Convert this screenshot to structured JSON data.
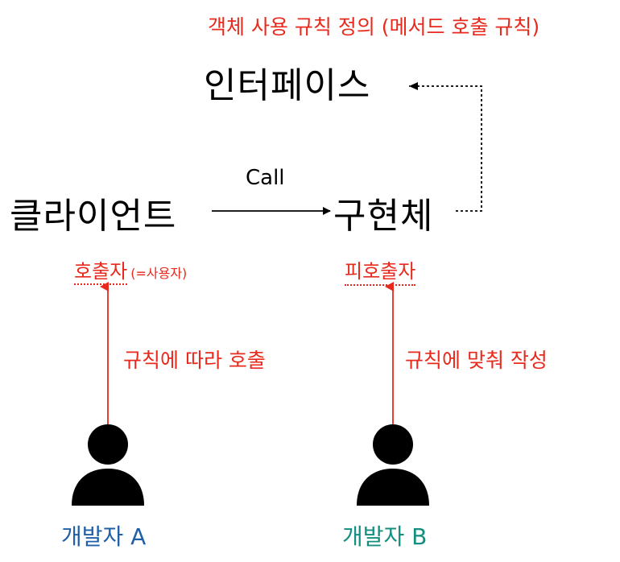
{
  "labels": {
    "interface_rule": "객체 사용 규칙 정의 (메서드 호출 규칙)",
    "interface": "인터페이스",
    "client": "클라이언트",
    "call": "Call",
    "implementation": "구현체",
    "caller": "호출자",
    "caller_note": "(=사용자)",
    "callee": "피호출자",
    "rule_follow": "규칙에 따라 호출",
    "rule_implement": "규칙에 맞춰 작성",
    "developer_a": "개발자 A",
    "developer_b": "개발자 B"
  },
  "colors": {
    "red": "#e8291c",
    "developer_a": "#1f5fa8",
    "developer_b": "#138f7f",
    "person": "#000000"
  },
  "icons": [
    "person-icon",
    "person-icon"
  ]
}
